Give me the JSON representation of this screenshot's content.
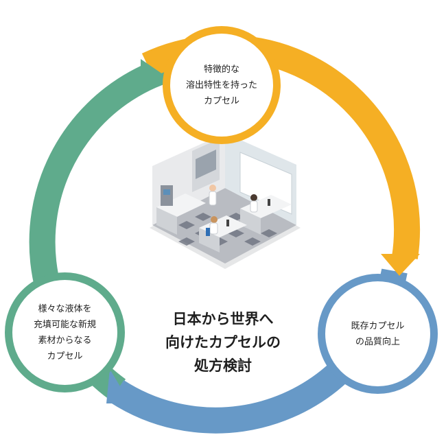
{
  "colors": {
    "top": "#F5AF24",
    "right": "#6799C7",
    "left": "#5FAB8C"
  },
  "nodes": {
    "top": {
      "lines": [
        "特徴的な",
        "溶出特性を持った",
        "カプセル"
      ]
    },
    "right": {
      "lines": [
        "既存カプセル",
        "の品質向上"
      ]
    },
    "left": {
      "lines": [
        "様々な液体を",
        "充填可能な新規",
        "素材からなる",
        "カプセル"
      ]
    }
  },
  "center": {
    "lines": [
      "日本から世界へ",
      "向けたカプセルの",
      "処方検討"
    ]
  },
  "illustration": {
    "icon": "laboratory-illustration"
  }
}
